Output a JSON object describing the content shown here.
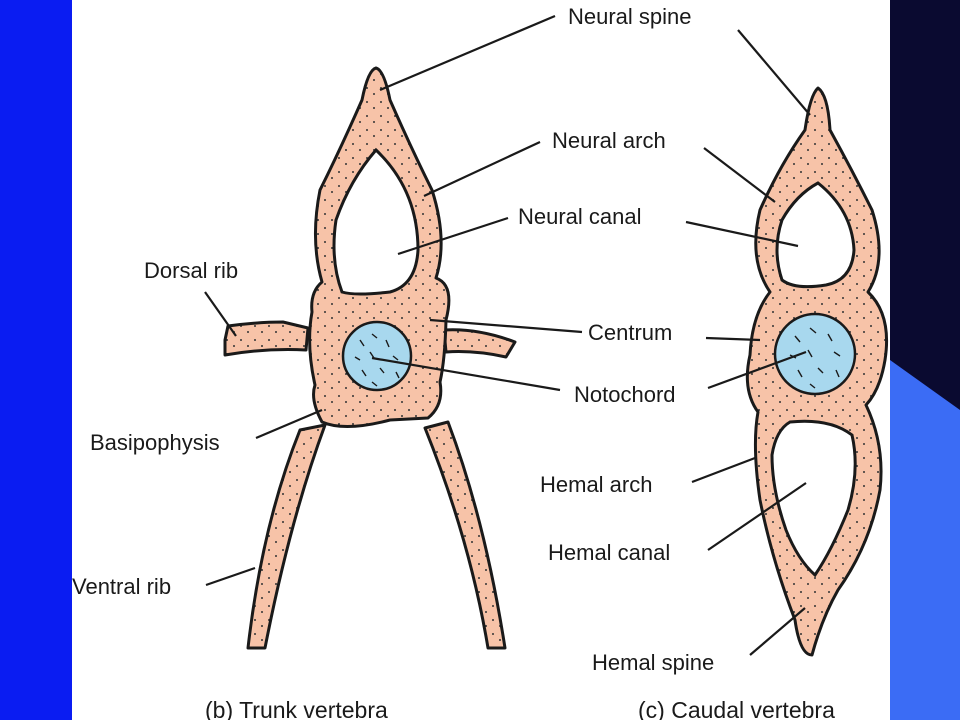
{
  "colors": {
    "frame_left": "#0a1cf2",
    "frame_right_dark": "#0a0a30",
    "frame_right_light": "#3b6cf5",
    "bone": "#f7c3a8",
    "notochord": "#a8d8ee",
    "ink": "#1a1a1a"
  },
  "labels": {
    "neural_spine": "Neural spine",
    "neural_arch": "Neural arch",
    "neural_canal": "Neural canal",
    "dorsal_rib": "Dorsal rib",
    "centrum": "Centrum",
    "notochord": "Notochord",
    "basipophysis": "Basipophysis",
    "hemal_arch": "Hemal arch",
    "hemal_canal": "Hemal canal",
    "ventral_rib": "Ventral rib",
    "hemal_spine": "Hemal spine"
  },
  "captions": {
    "trunk": "(b) Trunk vertebra",
    "caudal": "(c) Caudal vertebra"
  }
}
